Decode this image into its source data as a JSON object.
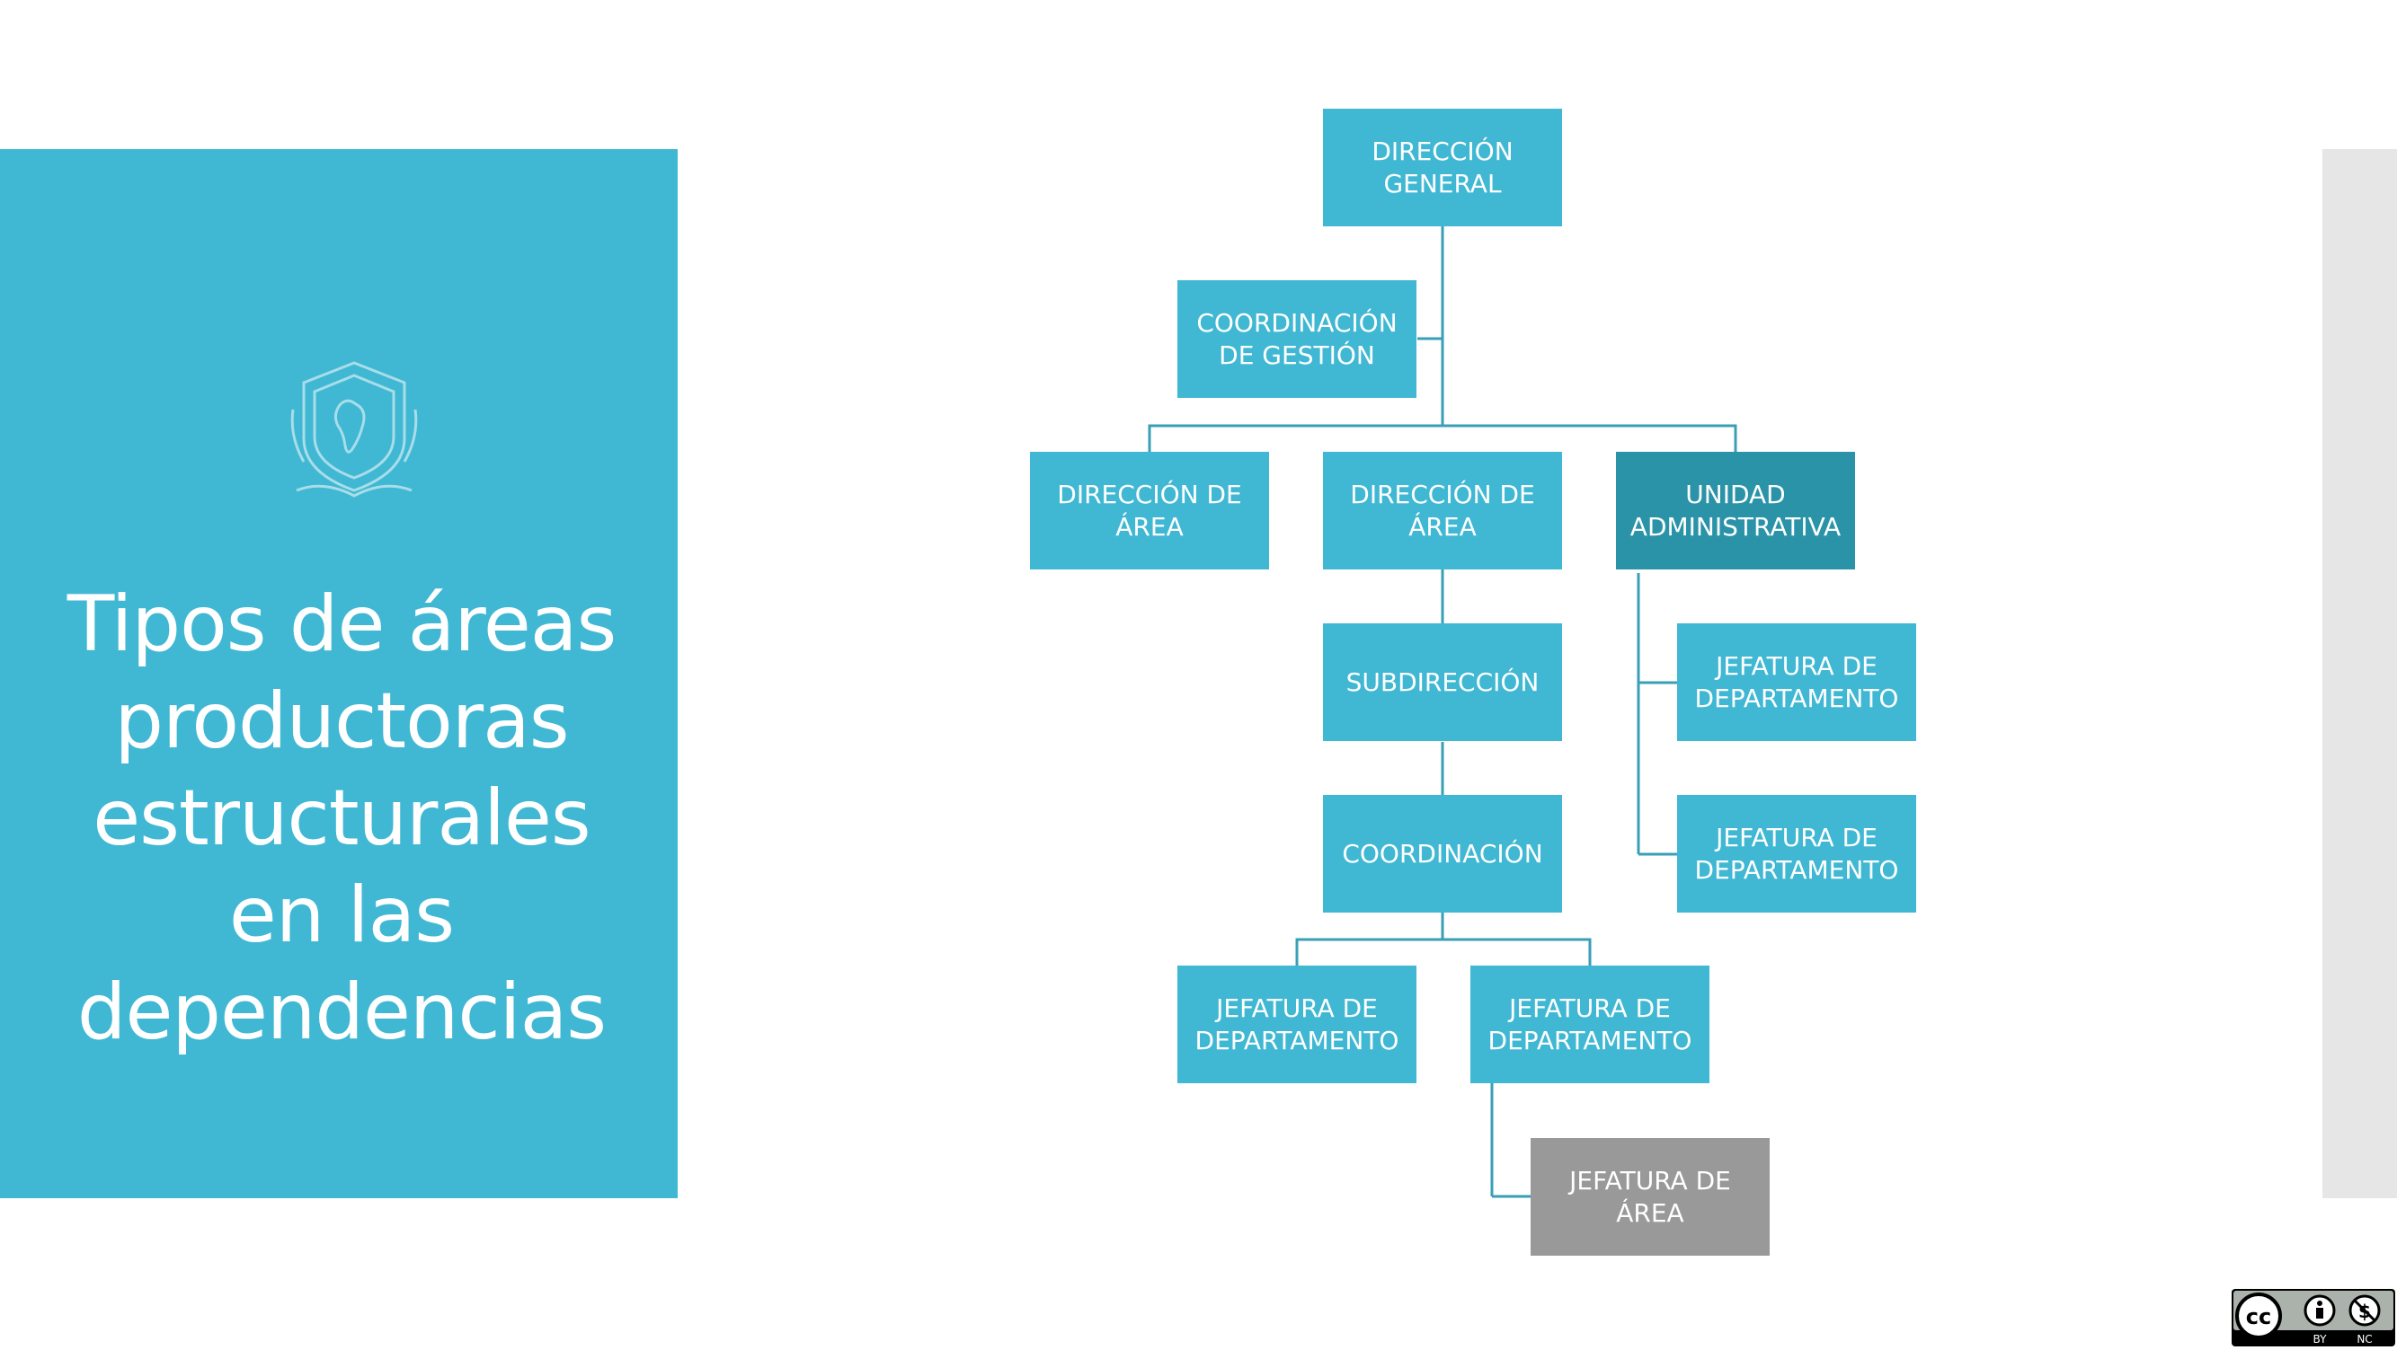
{
  "title": {
    "lines": [
      "Tipos de áreas",
      "productoras",
      "estructurales",
      "en las",
      "dependencias"
    ]
  },
  "nodes": {
    "direccion_general": [
      "DIRECCIÓN",
      "GENERAL"
    ],
    "coordinacion_gestion": [
      "COORDINACIÓN",
      "DE GESTIÓN"
    ],
    "direccion_area_1": [
      "DIRECCIÓN DE",
      "ÁREA"
    ],
    "direccion_area_2": [
      "DIRECCIÓN DE",
      "ÁREA"
    ],
    "unidad_administrativa": [
      "UNIDAD",
      "ADMINISTRATIVA"
    ],
    "subdireccion": [
      "SUBDIRECCIÓN"
    ],
    "coordinacion": [
      "COORDINACIÓN"
    ],
    "jefatura_ua_1": [
      "JEFATURA DE",
      "DEPARTAMENTO"
    ],
    "jefatura_ua_2": [
      "JEFATURA DE",
      "DEPARTAMENTO"
    ],
    "jefatura_coord_1": [
      "JEFATURA DE",
      "DEPARTAMENTO"
    ],
    "jefatura_coord_2": [
      "JEFATURA DE",
      "DEPARTAMENTO"
    ],
    "jefatura_area": [
      "JEFATURA DE",
      "ÁREA"
    ]
  },
  "license": {
    "symbol": "cc",
    "labels": [
      "BY",
      "NC"
    ]
  },
  "colors": {
    "accent": "#40b8d3",
    "highlight": "#2a93a8",
    "muted": "#999999",
    "connector": "#3a9fb6",
    "side_strip": "#e6e6e6"
  }
}
